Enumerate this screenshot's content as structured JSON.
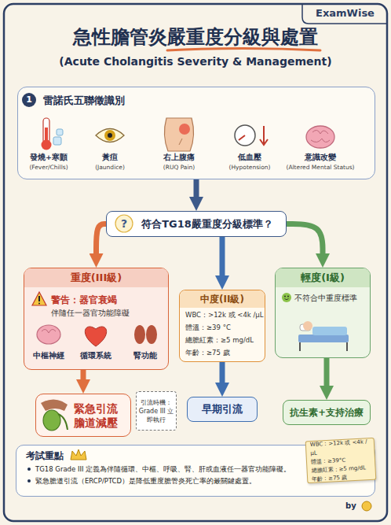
{
  "diagram": {
    "title": "急性膽管炎嚴重度分級與處置",
    "nodes": [
      {
        "text": [
          "雷諾氏五聯徵識別"
        ]
      },
      {
        "text": [
          "符合TG18嚴重度分級標準？"
        ]
      },
      {
        "text": [
          "重度(III級)",
          "警告：器官衰竭",
          "伴隨任一器官功能障礙"
        ]
      },
      {
        "text": [
          "中度(II級)",
          "WBC：>12k 或 <4k /μL",
          "體溫：≥39 °C",
          "總膽紅素：≥5 mg/dL",
          "年齡：≥75 歲"
        ]
      },
      {
        "text": [
          "輕度(I級)",
          "不符合中重度標準"
        ]
      },
      {
        "text": [
          "緊急引流 膽道減壓"
        ]
      },
      {
        "text": [
          "引流時機： Grade III 立即執行"
        ]
      },
      {
        "text": [
          "早期引流"
        ]
      },
      {
        "text": [
          "抗生素+支持治療"
        ]
      },
      {
        "text": [
          "考試重點",
          "TG18 Grade III 定義為伴隨循環、中樞、呼吸、腎、肝或血液任一器官功能障礙。",
          "緊急膽道引流（ERCP/PTCD）是降低重度膽管炎死亡率的最關鍵處置。"
        ]
      },
      {
        "text": [
          "WBC：>12k 或 <4k /μL",
          "體溫：≥39°C",
          "總膽紅素：≥5 mg/dL",
          "年齡：≥75 歲"
        ]
      }
    ],
    "edges": [
      {
        "from": 0,
        "to": 1,
        "arrow": "to"
      },
      {
        "from": 1,
        "to": 2,
        "arrow": "to"
      },
      {
        "from": 1,
        "to": 3,
        "arrow": "to"
      },
      {
        "from": 1,
        "to": 4,
        "arrow": "to"
      },
      {
        "from": 2,
        "to": 5,
        "arrow": "to"
      },
      {
        "from": 3,
        "to": 7,
        "arrow": "to"
      },
      {
        "from": 4,
        "to": 8,
        "arrow": "to"
      }
    ],
    "labels": [
      "ExamWise",
      "(Acute Cholangitis Severity & Management)",
      "1",
      "發燒+寒顫",
      "(Fever/Chills)",
      "黃疸",
      "(Jaundice)",
      "右上腹痛",
      "(RUQ Pain)",
      "低血壓",
      "(Hypotension)",
      "意識改變",
      "(Altered Mental Status)",
      "?",
      "中樞神經",
      "循環系統",
      "腎功能",
      "by"
    ]
  }
}
